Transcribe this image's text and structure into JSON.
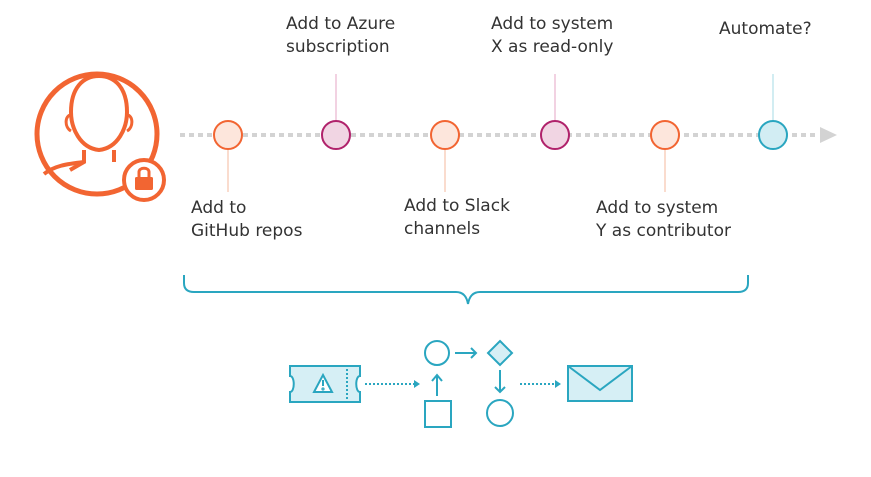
{
  "timeline": {
    "steps": [
      {
        "line1": "Add to",
        "line2": "GitHub repos",
        "position": "below",
        "color": "#f26532"
      },
      {
        "line1": "Add to Azure",
        "line2": "subscription",
        "position": "above",
        "color": "#b0226b"
      },
      {
        "line1": "Add to Slack",
        "line2": "channels",
        "position": "below",
        "color": "#f26532"
      },
      {
        "line1": "Add to system",
        "line2": "X as read-only",
        "position": "above",
        "color": "#b0226b"
      },
      {
        "line1": "Add to system",
        "line2": "Y as contributor",
        "position": "below",
        "color": "#f26532"
      },
      {
        "line1": "Automate?",
        "line2": "",
        "position": "above",
        "color": "#2aa6c0"
      }
    ]
  },
  "colors": {
    "person": "#f26532",
    "track": "#d3d3d3",
    "workflow": "#2aa6c0"
  },
  "icons": {
    "person": "locked-user-icon",
    "workflow": [
      "ticket-icon",
      "flowchart-icon",
      "envelope-icon"
    ]
  }
}
